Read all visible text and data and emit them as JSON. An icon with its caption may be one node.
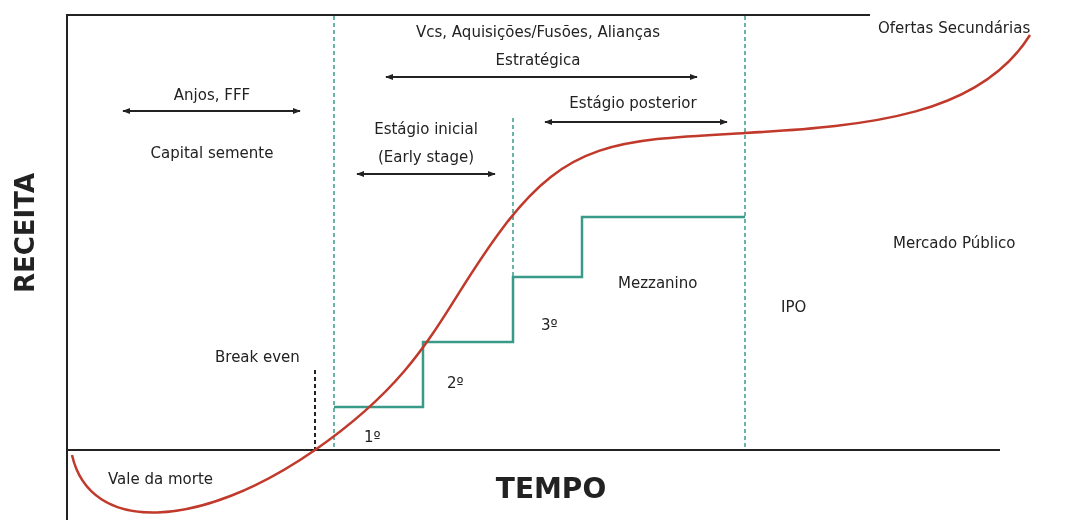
{
  "diagram": {
    "labels": [
      "Vcs, Aquisições/Fusões, Alianças Estratégica",
      "Ofertas Secundárias",
      "Estágio posterior",
      "Anjos, FFF",
      "Estágio inicial (Early stage)",
      "Capital semente",
      "RECEITA",
      "Mercado Público",
      "Mezzanino",
      "IPO",
      "3º",
      "Break even",
      "2º",
      "1º",
      "Vale da morte",
      "TEMPO"
    ]
  }
}
